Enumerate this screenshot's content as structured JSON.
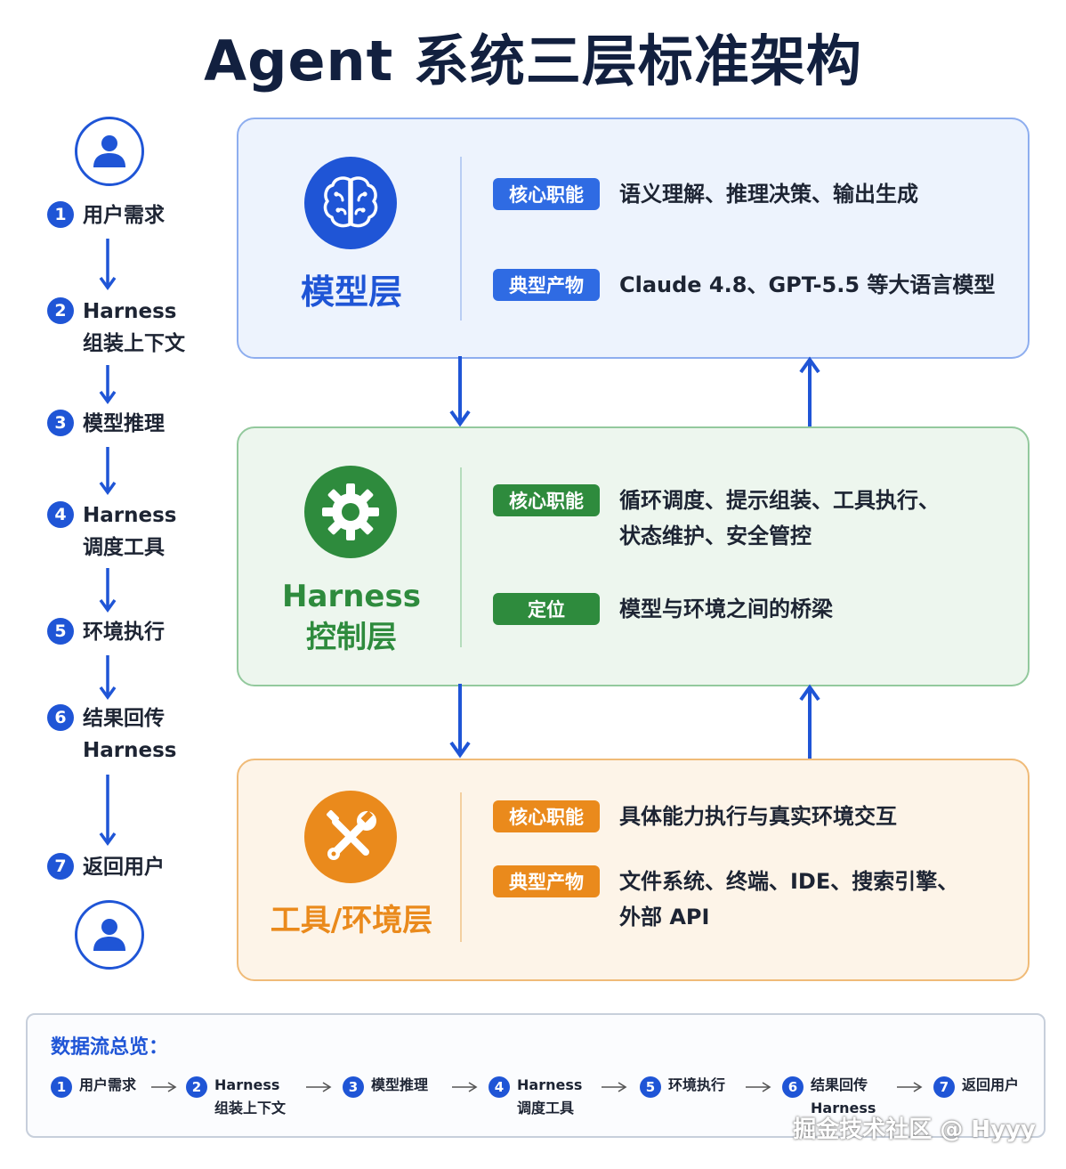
{
  "title": "Agent 系统三层标准架构",
  "flow": {
    "steps": [
      {
        "num": "1",
        "label": "用户需求"
      },
      {
        "num": "2",
        "label": "Harness\n组装上下文"
      },
      {
        "num": "3",
        "label": "模型推理"
      },
      {
        "num": "4",
        "label": "Harness\n调度工具"
      },
      {
        "num": "5",
        "label": "环境执行"
      },
      {
        "num": "6",
        "label": "结果回传\nHarness"
      },
      {
        "num": "7",
        "label": "返回用户"
      }
    ],
    "avatar_icon": "user-icon",
    "arrow_color": "#1f55d6"
  },
  "layers": {
    "model": {
      "name": "模型层",
      "icon": "brain-icon",
      "color": "#1f55d6",
      "rows": [
        {
          "badge": "核心职能",
          "text": "语义理解、推理决策、输出生成"
        },
        {
          "badge": "典型产物",
          "text": "Claude 4.8、GPT-5.5 等大语言模型"
        }
      ]
    },
    "harness": {
      "name": "Harness\n控制层",
      "icon": "gear-icon",
      "color": "#2e8b3d",
      "rows": [
        {
          "badge": "核心职能",
          "text": "循环调度、提示组装、工具执行、\n状态维护、安全管控"
        },
        {
          "badge": "定位",
          "text": "模型与环境之间的桥梁"
        }
      ]
    },
    "tool": {
      "name": "工具/环境层",
      "icon": "wrench-screwdriver-icon",
      "color": "#ea8a1c",
      "rows": [
        {
          "badge": "核心职能",
          "text": "具体能力执行与真实环境交互"
        },
        {
          "badge": "典型产物",
          "text": "文件系统、终端、IDE、搜索引擎、\n外部 API"
        }
      ]
    }
  },
  "summary": {
    "title": "数据流总览：",
    "steps": [
      {
        "num": "1",
        "label": "用户需求"
      },
      {
        "num": "2",
        "label": "Harness\n组装上下文"
      },
      {
        "num": "3",
        "label": "模型推理"
      },
      {
        "num": "4",
        "label": "Harness\n调度工具"
      },
      {
        "num": "5",
        "label": "环境执行"
      },
      {
        "num": "6",
        "label": "结果回传\nHarness"
      },
      {
        "num": "7",
        "label": "返回用户"
      }
    ]
  },
  "watermark": "掘金技术社区 @ Hyyy"
}
